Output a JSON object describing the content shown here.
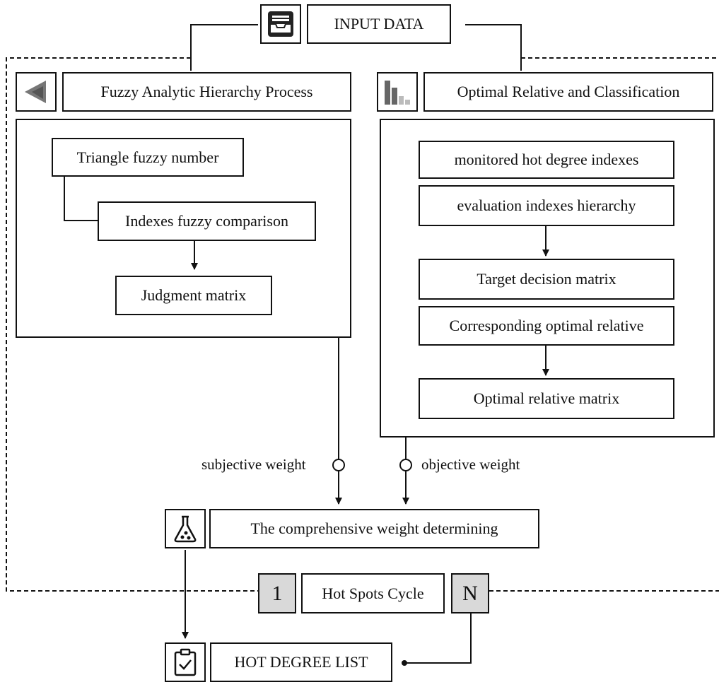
{
  "input": {
    "label": "INPUT DATA",
    "icon": "inbox-tray-icon"
  },
  "fahp": {
    "title": "Fuzzy Analytic Hierarchy Process",
    "icon": "triangle-icon",
    "steps": [
      "Triangle fuzzy number",
      "Indexes fuzzy comparison",
      "Judgment matrix"
    ]
  },
  "orc": {
    "title": "Optimal Relative and Classification",
    "icon": "bar-chart-icon",
    "steps": [
      "monitored hot degree indexes",
      "evaluation indexes hierarchy",
      "Target decision matrix",
      "Corresponding optimal relative",
      "Optimal relative matrix"
    ]
  },
  "weights": {
    "subjective": "subjective weight",
    "objective": "objective weight"
  },
  "comprehensive": {
    "label": "The comprehensive weight determining",
    "icon": "flask-icon"
  },
  "cycle": {
    "start": "1",
    "label": "Hot Spots Cycle",
    "end": "N"
  },
  "output": {
    "label": "HOT DEGREE LIST",
    "icon": "clipboard-check-icon"
  }
}
